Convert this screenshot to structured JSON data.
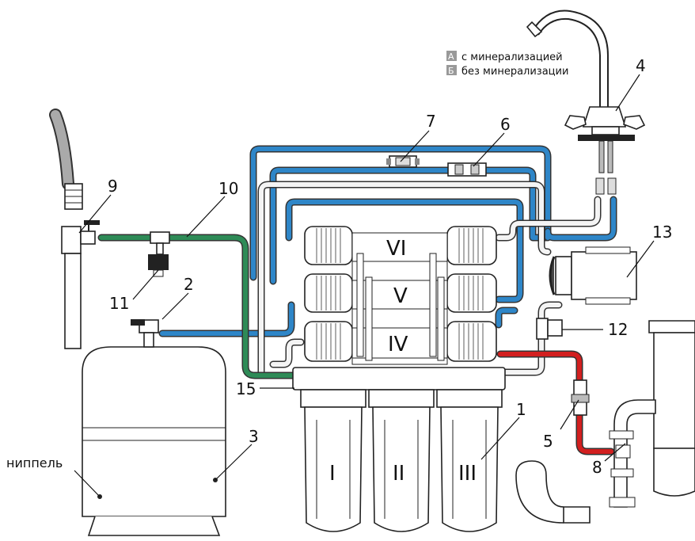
{
  "legend": {
    "items": [
      {
        "key": "А",
        "text": "с минерализацией"
      },
      {
        "key": "Б",
        "text": "без минерализации"
      }
    ],
    "key_color": "#999999"
  },
  "callouts": [
    "1",
    "2",
    "3",
    "4",
    "5",
    "6",
    "7",
    "8",
    "9",
    "10",
    "11",
    "12",
    "13",
    "15"
  ],
  "filters": {
    "bottom": [
      "I",
      "II",
      "III"
    ],
    "top": [
      "VI",
      "V",
      "IV"
    ]
  },
  "nipple_label": "ниппель",
  "colors": {
    "blue_tube": "#2e86c8",
    "green_tube": "#2e8b57",
    "red_tube": "#d21f1f",
    "white_tube": "#f4f4f4",
    "tube_outline": "#333333"
  }
}
